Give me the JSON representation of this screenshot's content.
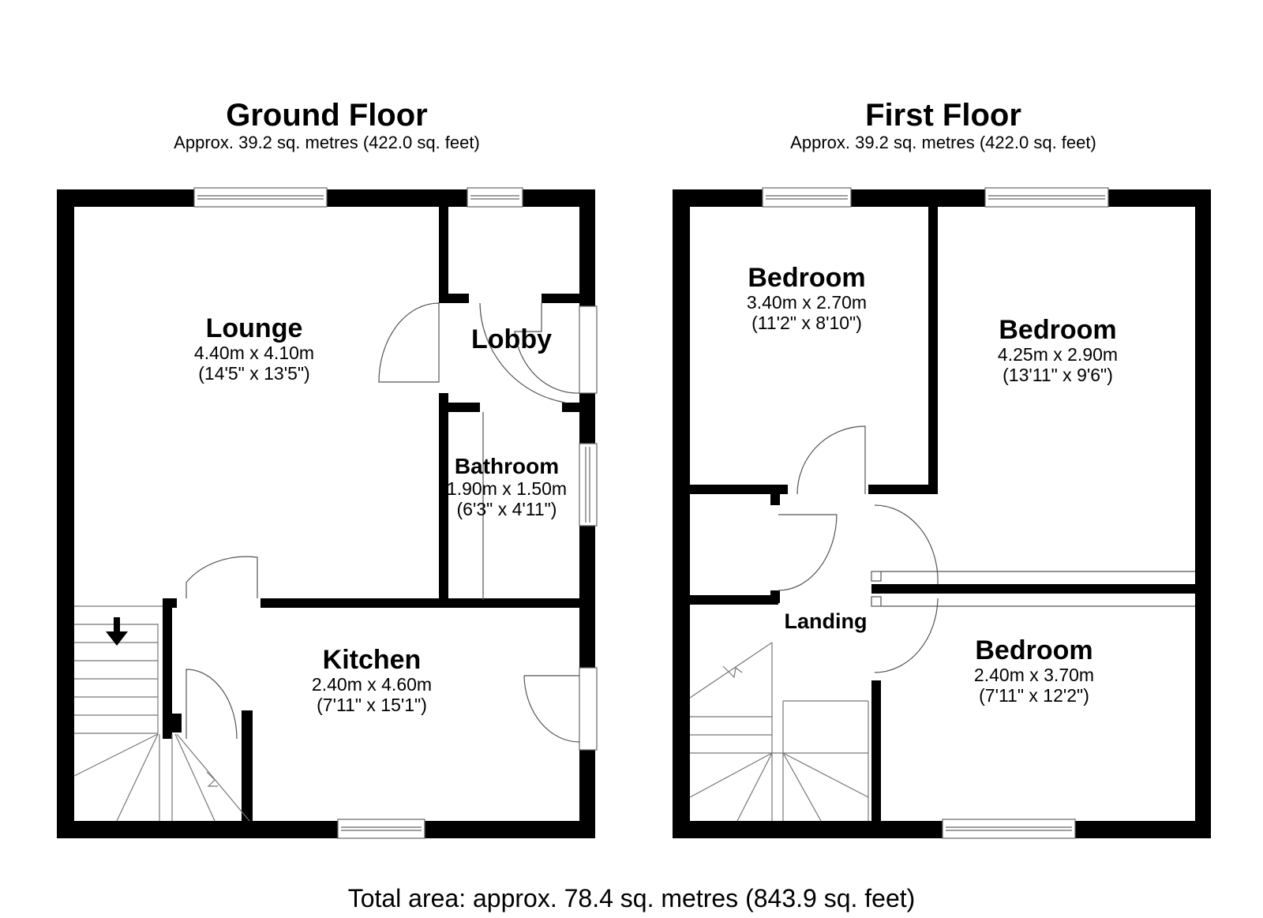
{
  "floors": {
    "ground": {
      "title": "Ground Floor",
      "area": "Approx. 39.2 sq. metres (422.0 sq. feet)",
      "rooms": [
        {
          "name": "Lounge",
          "metric": "4.40m x 4.10m",
          "imperial": "(14'5\" x 13'5\")"
        },
        {
          "name": "Lobby"
        },
        {
          "name": "Bathroom",
          "metric": "1.90m x 1.50m",
          "imperial": "(6'3\" x 4'11\")"
        },
        {
          "name": "Kitchen",
          "metric": "2.40m x 4.60m",
          "imperial": "(7'11\" x 15'1\")"
        }
      ]
    },
    "first": {
      "title": "First Floor",
      "area": "Approx. 39.2 sq. metres (422.0 sq. feet)",
      "rooms": [
        {
          "name": "Bedroom",
          "metric": "3.40m x 2.70m",
          "imperial": "(11'2\" x 8'10\")"
        },
        {
          "name": "Bedroom",
          "metric": "4.25m x 2.90m",
          "imperial": "(13'11\" x 9'6\")"
        },
        {
          "name": "Landing"
        },
        {
          "name": "Bedroom",
          "metric": "2.40m x 3.70m",
          "imperial": "(7'11\" x 12'2\")"
        }
      ]
    }
  },
  "total_area": "Total area: approx. 78.4 sq. metres (843.9 sq. feet)",
  "colors": {
    "wall": "#000000",
    "line": "#555555",
    "background": "#ffffff"
  }
}
